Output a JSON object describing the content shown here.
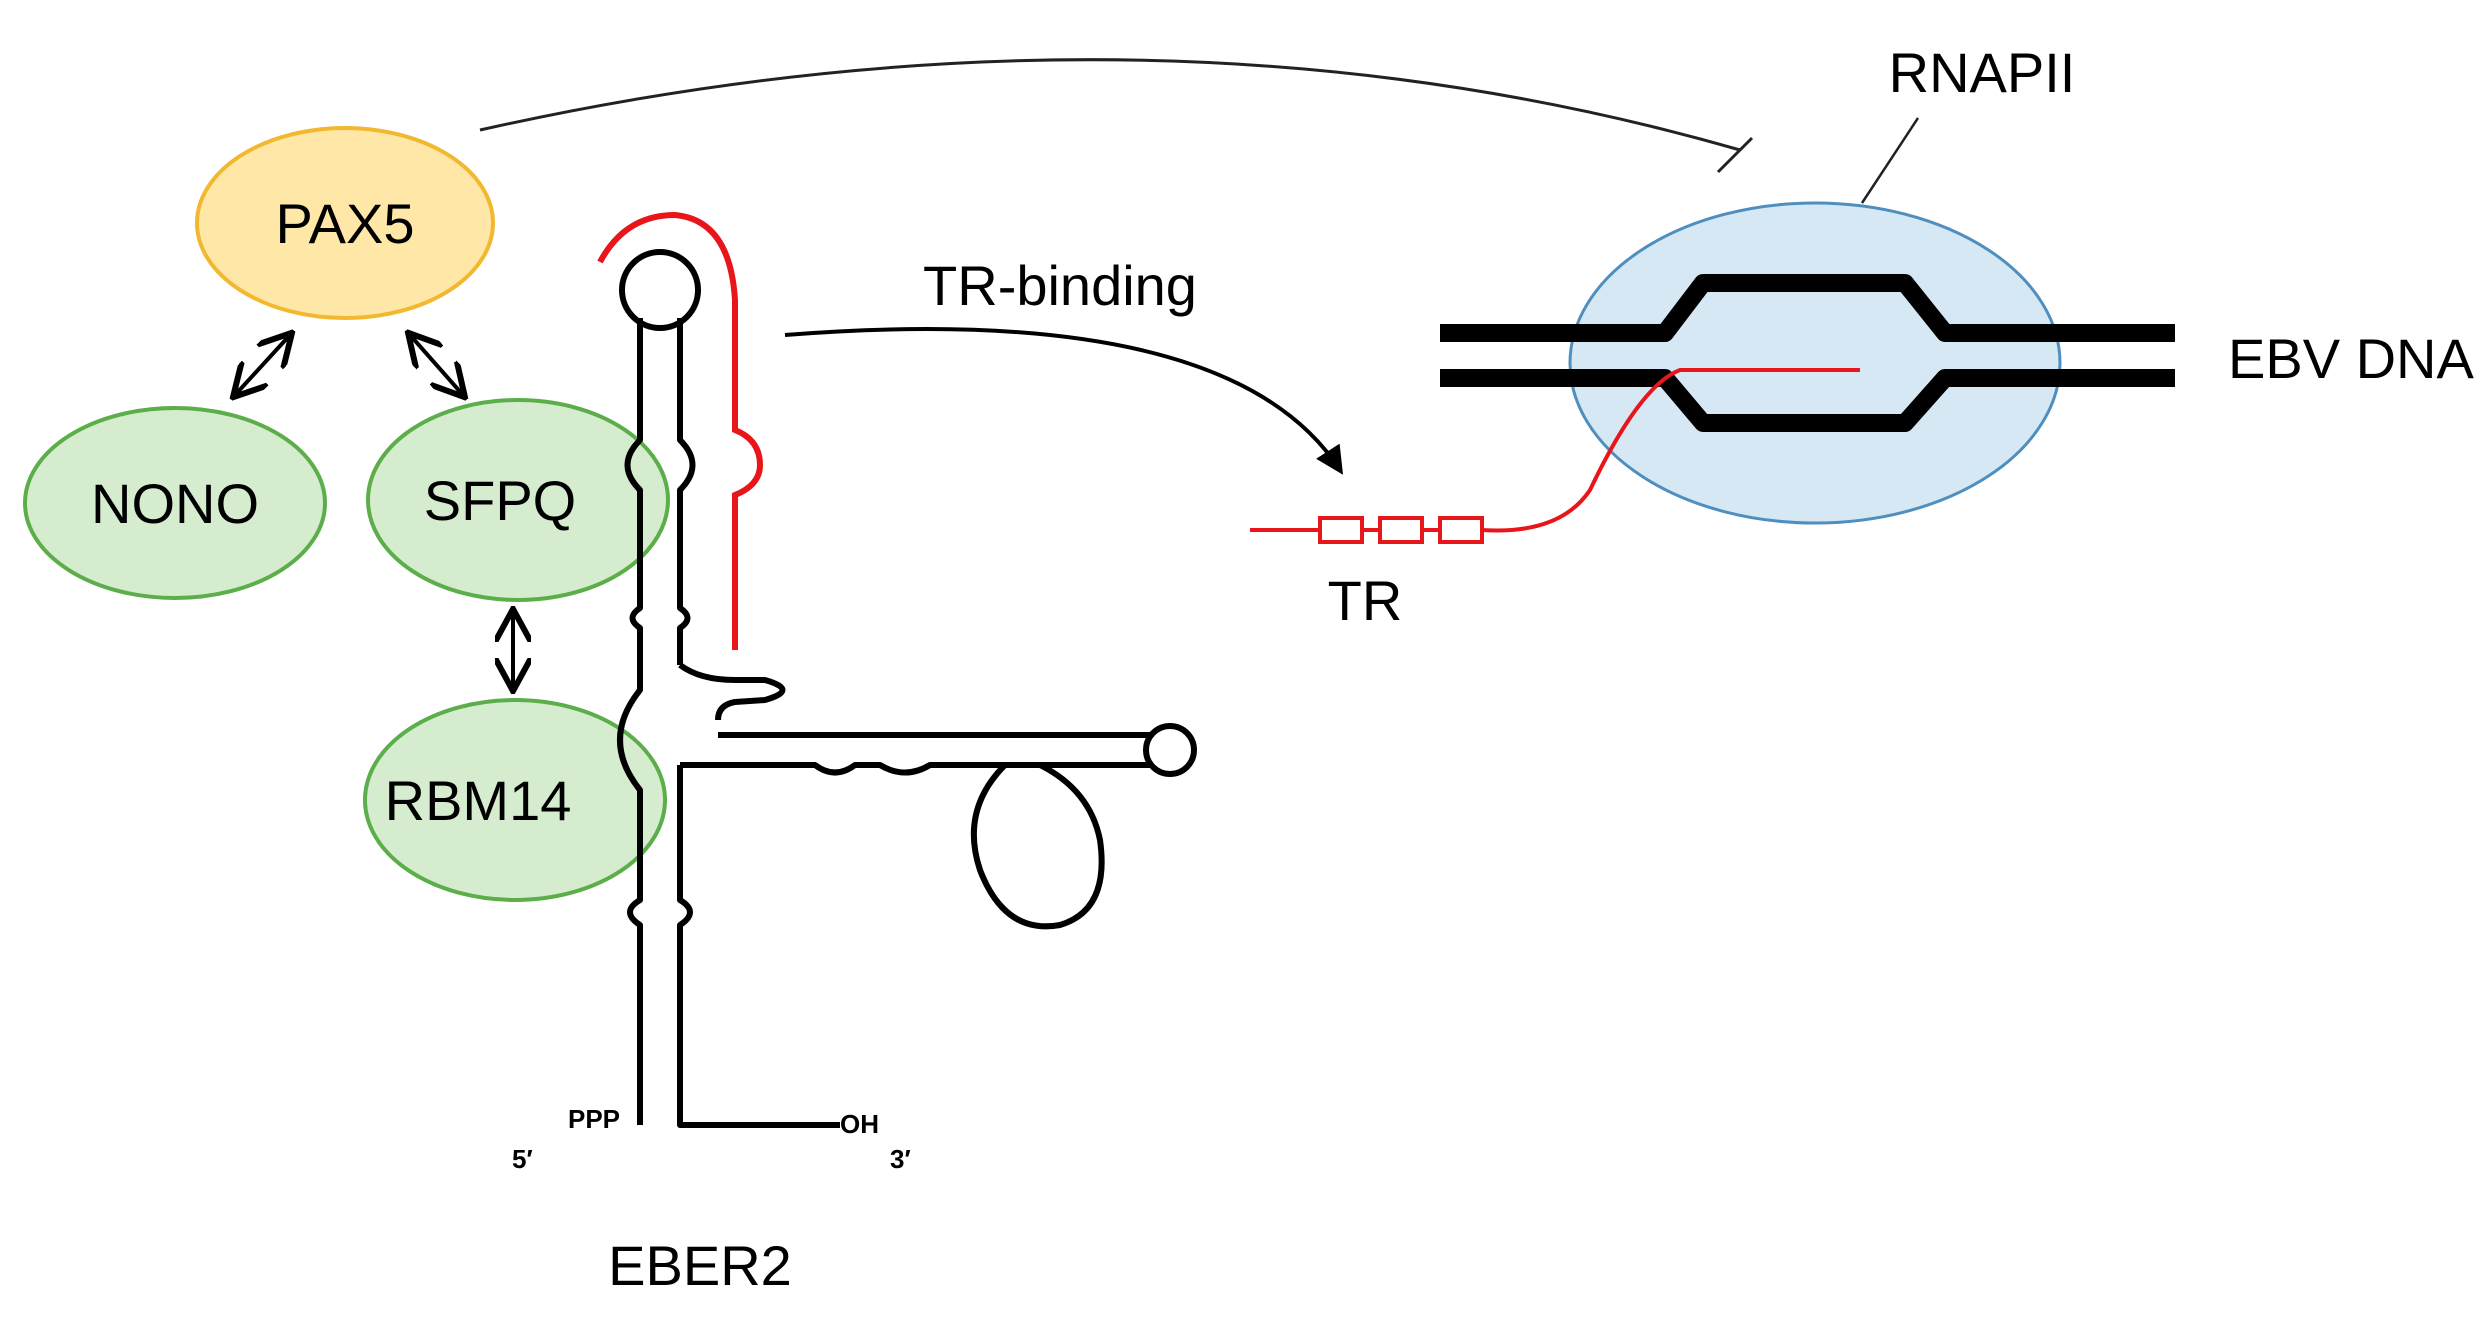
{
  "nodes": {
    "pax5": "PAX5",
    "nono": "NONO",
    "sfpq": "SFPQ",
    "rbm14": "RBM14"
  },
  "labels": {
    "tr_binding": "TR-binding",
    "tr": "TR",
    "rnapii": "RNAPII",
    "ebv_dna": "EBV DNA",
    "eber2": "EBER2",
    "ppp": "PPP",
    "five_prime": "5′",
    "oh": "OH",
    "three_prime": "3′"
  },
  "colors": {
    "pax5_fill": "#FFE7A8",
    "pax5_stroke": "#F2B830",
    "green_fill": "#D5ECCF",
    "green_stroke": "#5BAE4A",
    "rnapii_fill": "#D7E8F5",
    "rnapii_stroke": "#4F8FBF",
    "rna_red": "#E8161B",
    "line": "#000000"
  }
}
